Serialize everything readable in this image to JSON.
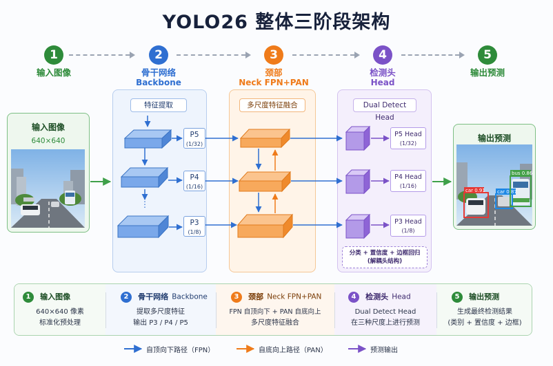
{
  "title": "YOLO26 整体三阶段架构",
  "steps": [
    {
      "num": "1",
      "label": "输入图像",
      "sub": "",
      "color": "#2e8b3a"
    },
    {
      "num": "2",
      "label": "骨干网络",
      "sub": "Backbone",
      "color": "#2f6fd1"
    },
    {
      "num": "3",
      "label": "颈部",
      "sub": "Neck FPN+PAN",
      "color": "#ef7b1a"
    },
    {
      "num": "4",
      "label": "检测头",
      "sub": "Head",
      "color": "#7b52c7"
    },
    {
      "num": "5",
      "label": "输出预测",
      "sub": "",
      "color": "#2e8b3a"
    }
  ],
  "input_card": {
    "title": "输入图像",
    "size": "640×640"
  },
  "output_card": {
    "title": "输出预测",
    "detections": [
      "car 0.91",
      "car 0.87",
      "bus 0.86"
    ]
  },
  "backbone": {
    "header": "特征提取",
    "levels": [
      {
        "name": "P5",
        "stride": "(1/32)"
      },
      {
        "name": "P4",
        "stride": "(1/16)"
      },
      {
        "name": "P3",
        "stride": "(1/8)"
      }
    ],
    "ellipsis": "⋮"
  },
  "neck": {
    "header": "多尺度特征融合"
  },
  "head": {
    "header": "Dual Detect Head",
    "outputs": [
      {
        "name": "P5 Head",
        "stride": "(1/32)"
      },
      {
        "name": "P4 Head",
        "stride": "(1/16)"
      },
      {
        "name": "P3 Head",
        "stride": "(1/8)"
      }
    ],
    "note_line1": "分类 + 置信度 + 边框回归",
    "note_line2": "(解耦头结构)"
  },
  "summary": [
    {
      "num": "1",
      "title": "输入图像",
      "title_en": "",
      "line1": "640×640 像素",
      "line2": "标准化预处理",
      "color": "#2e8b3a"
    },
    {
      "num": "2",
      "title": "骨干网络",
      "title_en": "Backbone",
      "line1": "提取多尺度特征",
      "line2": "输出 P3 / P4 / P5",
      "color": "#2f6fd1"
    },
    {
      "num": "3",
      "title": "颈部",
      "title_en": "Neck FPN+PAN",
      "line1": "FPN 自顶向下 + PAN 自底向上",
      "line2": "多尺度特征融合",
      "color": "#ef7b1a"
    },
    {
      "num": "4",
      "title": "检测头",
      "title_en": "Head",
      "line1": "Dual Detect Head",
      "line2": "在三种尺度上进行预测",
      "color": "#7b52c7"
    },
    {
      "num": "5",
      "title": "输出预测",
      "title_en": "",
      "line1": "生成最终检测结果",
      "line2": "(类别 + 置信度 + 边框)",
      "color": "#2e8b3a"
    }
  ],
  "legend": [
    {
      "label": "自顶向下路径（FPN）",
      "color": "#2f6fd1"
    },
    {
      "label": "自底向上路径（PAN）",
      "color": "#ef7b1a"
    },
    {
      "label": "预测输出",
      "color": "#7b52c7"
    }
  ]
}
